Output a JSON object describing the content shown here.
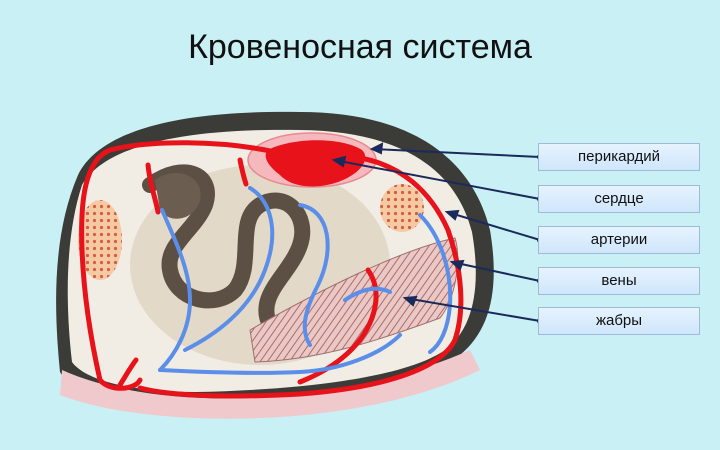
{
  "title": "Кровеносная система",
  "labels": [
    "перикардий",
    "сердце",
    "артерии",
    "вены",
    "жабры"
  ],
  "colors": {
    "background": "#c9f0f4",
    "arteries": "#e8121a",
    "veins": "#5a8ee8",
    "pericardium": "#f5b8bd",
    "pointer": "#1a2a5a"
  }
}
